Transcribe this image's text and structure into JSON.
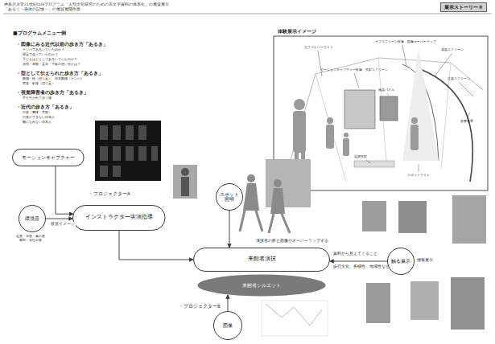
{
  "diagram": {
    "nodes": [
      {
        "text": [
          "展示ストーリー③"
        ]
      },
      {
        "text": [
          "モーションキャプチャー"
        ]
      },
      {
        "text": [
          "環境音"
        ]
      },
      {
        "text": [
          "インストラクター実演指導"
        ]
      },
      {
        "text": [
          "スポット照明"
        ]
      },
      {
        "text": [
          "来館者演技"
        ]
      },
      {
        "text": [
          "来館者シルエット"
        ]
      },
      {
        "text": [
          "触る展示"
        ]
      },
      {
        "text": [
          "図像"
        ]
      }
    ],
    "edges": [
      {
        "from": 1,
        "to": 3,
        "arrow": "to"
      },
      {
        "from": 2,
        "to": 3,
        "label": "状況イメージ",
        "arrow": "to"
      },
      {
        "from": 3,
        "to": 5,
        "arrow": "to"
      },
      {
        "from": 4,
        "to": 5,
        "arrow": "to"
      },
      {
        "from": 7,
        "to": 5,
        "arrow": "to"
      },
      {
        "from": 8,
        "to": 6,
        "arrow": "to"
      }
    ],
    "labels": [
      "神奈川大学21世紀COEプログラム「人類文化研究のための非文字資料の体系化」の展覧展示",
      "「あるく－身体の記憶－」の展覧展開作業",
      "■プログラムメニュー例",
      "・図像にみる近代以前の歩き方「あるき」",
      "ナンバであるいていたのか？",
      "裸足で走っていたのか？",
      "子どもはどうしてあるいていたのか？",
      "歩戦・草鞋・足半・下駄の使い分けは？",
      "・型として伝えられた歩き方「あるき」",
      "舞踊・能（摺り足）　日本舞踊（ナンバ）",
      "武道・剣道（摺り足）",
      "・視覚障害者の歩き方「あるき」",
      "手を引かれて歩く場",
      "・近代の歩き方「あるき」",
      "行進（軍隊・学校）",
      "行進ができない日本人",
      "靴になれない日本人",
      "体験展示イメージ",
      "光ファイバーライト",
      "サブスクリーン映像　図像オーバーラップ",
      "背面スクリーン",
      "モーションキャプチャー映像　投影スクリーン",
      "正面スクリーン",
      "液晶パネル",
      "足跡投影",
      "音響装置",
      "スポットライト",
      "・プロジェクターA",
      "足音・水音・風の音",
      "都市・寺社の音",
      "演技者の影と図像がオーバーラップする",
      "資料から見えてくること",
      "歩行文化、多様性、地域性など",
      "情報展示",
      "・プロジェクターB"
    ]
  }
}
